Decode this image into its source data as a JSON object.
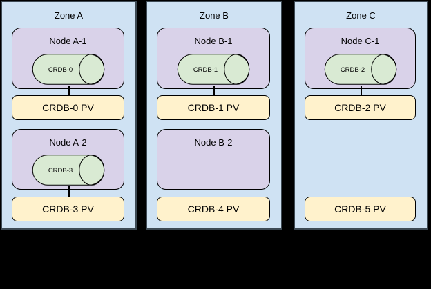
{
  "diagram_title": "",
  "colors": {
    "canvas_bg": "#000000",
    "zone_fill": "#cfe2f3",
    "zone_stroke": "#3e4a54",
    "node_fill": "#d9d2e9",
    "cylinder_fill": "#d9ead3",
    "pv_fill": "#fff2cc",
    "shape_stroke": "#000000",
    "text": "#000000"
  },
  "zones": [
    {
      "label": "Zone A",
      "rows": [
        {
          "node": {
            "label": "Node A-1",
            "cylinder": "CRDB-0"
          },
          "connected": true,
          "pv": {
            "label": "CRDB-0 PV"
          }
        },
        {
          "node": {
            "label": "Node A-2",
            "cylinder": "CRDB-3"
          },
          "connected": true,
          "pv": {
            "label": "CRDB-3 PV"
          }
        }
      ]
    },
    {
      "label": "Zone B",
      "rows": [
        {
          "node": {
            "label": "Node B-1",
            "cylinder": "CRDB-1"
          },
          "connected": true,
          "pv": {
            "label": "CRDB-1 PV"
          }
        },
        {
          "node": {
            "label": "Node B-2",
            "cylinder": null
          },
          "connected": false,
          "pv": {
            "label": "CRDB-4 PV"
          }
        }
      ]
    },
    {
      "label": "Zone C",
      "rows": [
        {
          "node": {
            "label": "Node C-1",
            "cylinder": "CRDB-2"
          },
          "connected": true,
          "pv": {
            "label": "CRDB-2 PV"
          }
        },
        {
          "node": null,
          "connected": false,
          "pv": {
            "label": "CRDB-5 PV"
          }
        }
      ]
    }
  ]
}
